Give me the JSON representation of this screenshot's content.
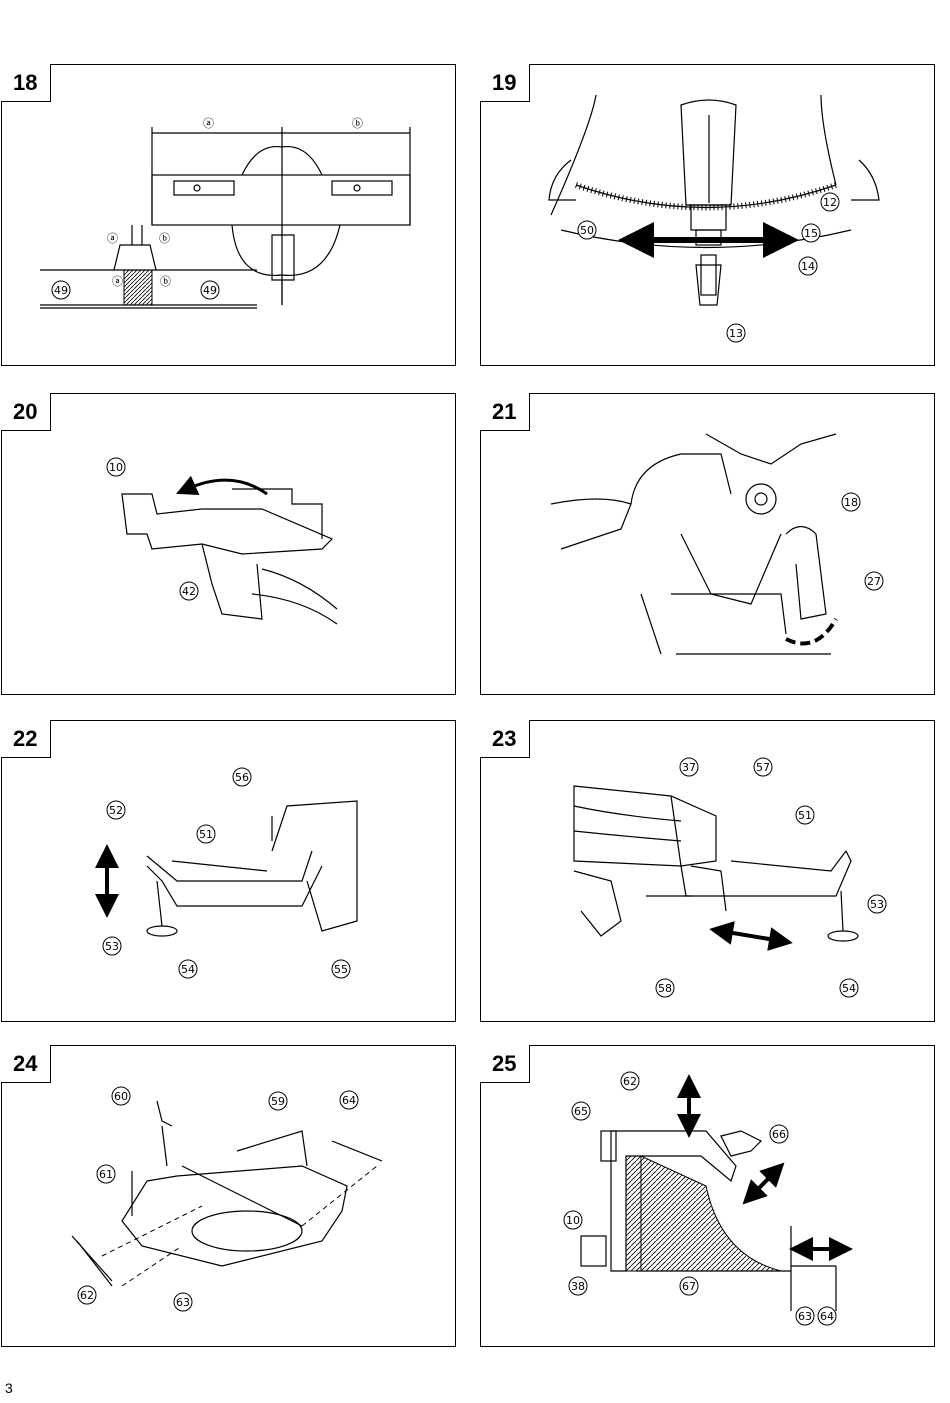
{
  "page_number": "3",
  "figures": [
    {
      "number": "18",
      "callouts": [
        "ⓐ",
        "ⓑ",
        "ⓐ",
        "ⓑ",
        "ⓐ",
        "ⓑ",
        "49",
        "49"
      ]
    },
    {
      "number": "19",
      "callouts": [
        "50",
        "12",
        "15",
        "14",
        "13"
      ]
    },
    {
      "number": "20",
      "callouts": [
        "10",
        "42"
      ]
    },
    {
      "number": "21",
      "callouts": [
        "18",
        "27"
      ]
    },
    {
      "number": "22",
      "callouts": [
        "56",
        "52",
        "51",
        "53",
        "54",
        "55"
      ]
    },
    {
      "number": "23",
      "callouts": [
        "37",
        "57",
        "51",
        "53",
        "58",
        "54"
      ]
    },
    {
      "number": "24",
      "callouts": [
        "60",
        "59",
        "64",
        "61",
        "62",
        "63"
      ]
    },
    {
      "number": "25",
      "callouts": [
        "62",
        "65",
        "66",
        "10",
        "38",
        "67",
        "63",
        "64"
      ]
    }
  ]
}
